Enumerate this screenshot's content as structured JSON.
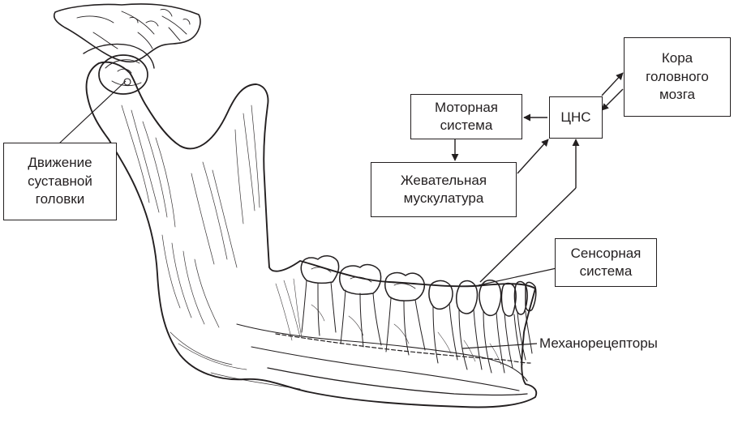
{
  "diagram": {
    "boxes": {
      "condyle_movement": "Движение\nсуставной\nголовки",
      "cortex": "Кора\nголовного\nмозга",
      "cns": "ЦНС",
      "motor_system": "Моторная\nсистема",
      "masticatory_muscles": "Жевательная\nмускулатура",
      "sensory_system": "Сенсорная\nсистема"
    },
    "labels": {
      "mechanoreceptors": "Механорецепторы"
    }
  }
}
